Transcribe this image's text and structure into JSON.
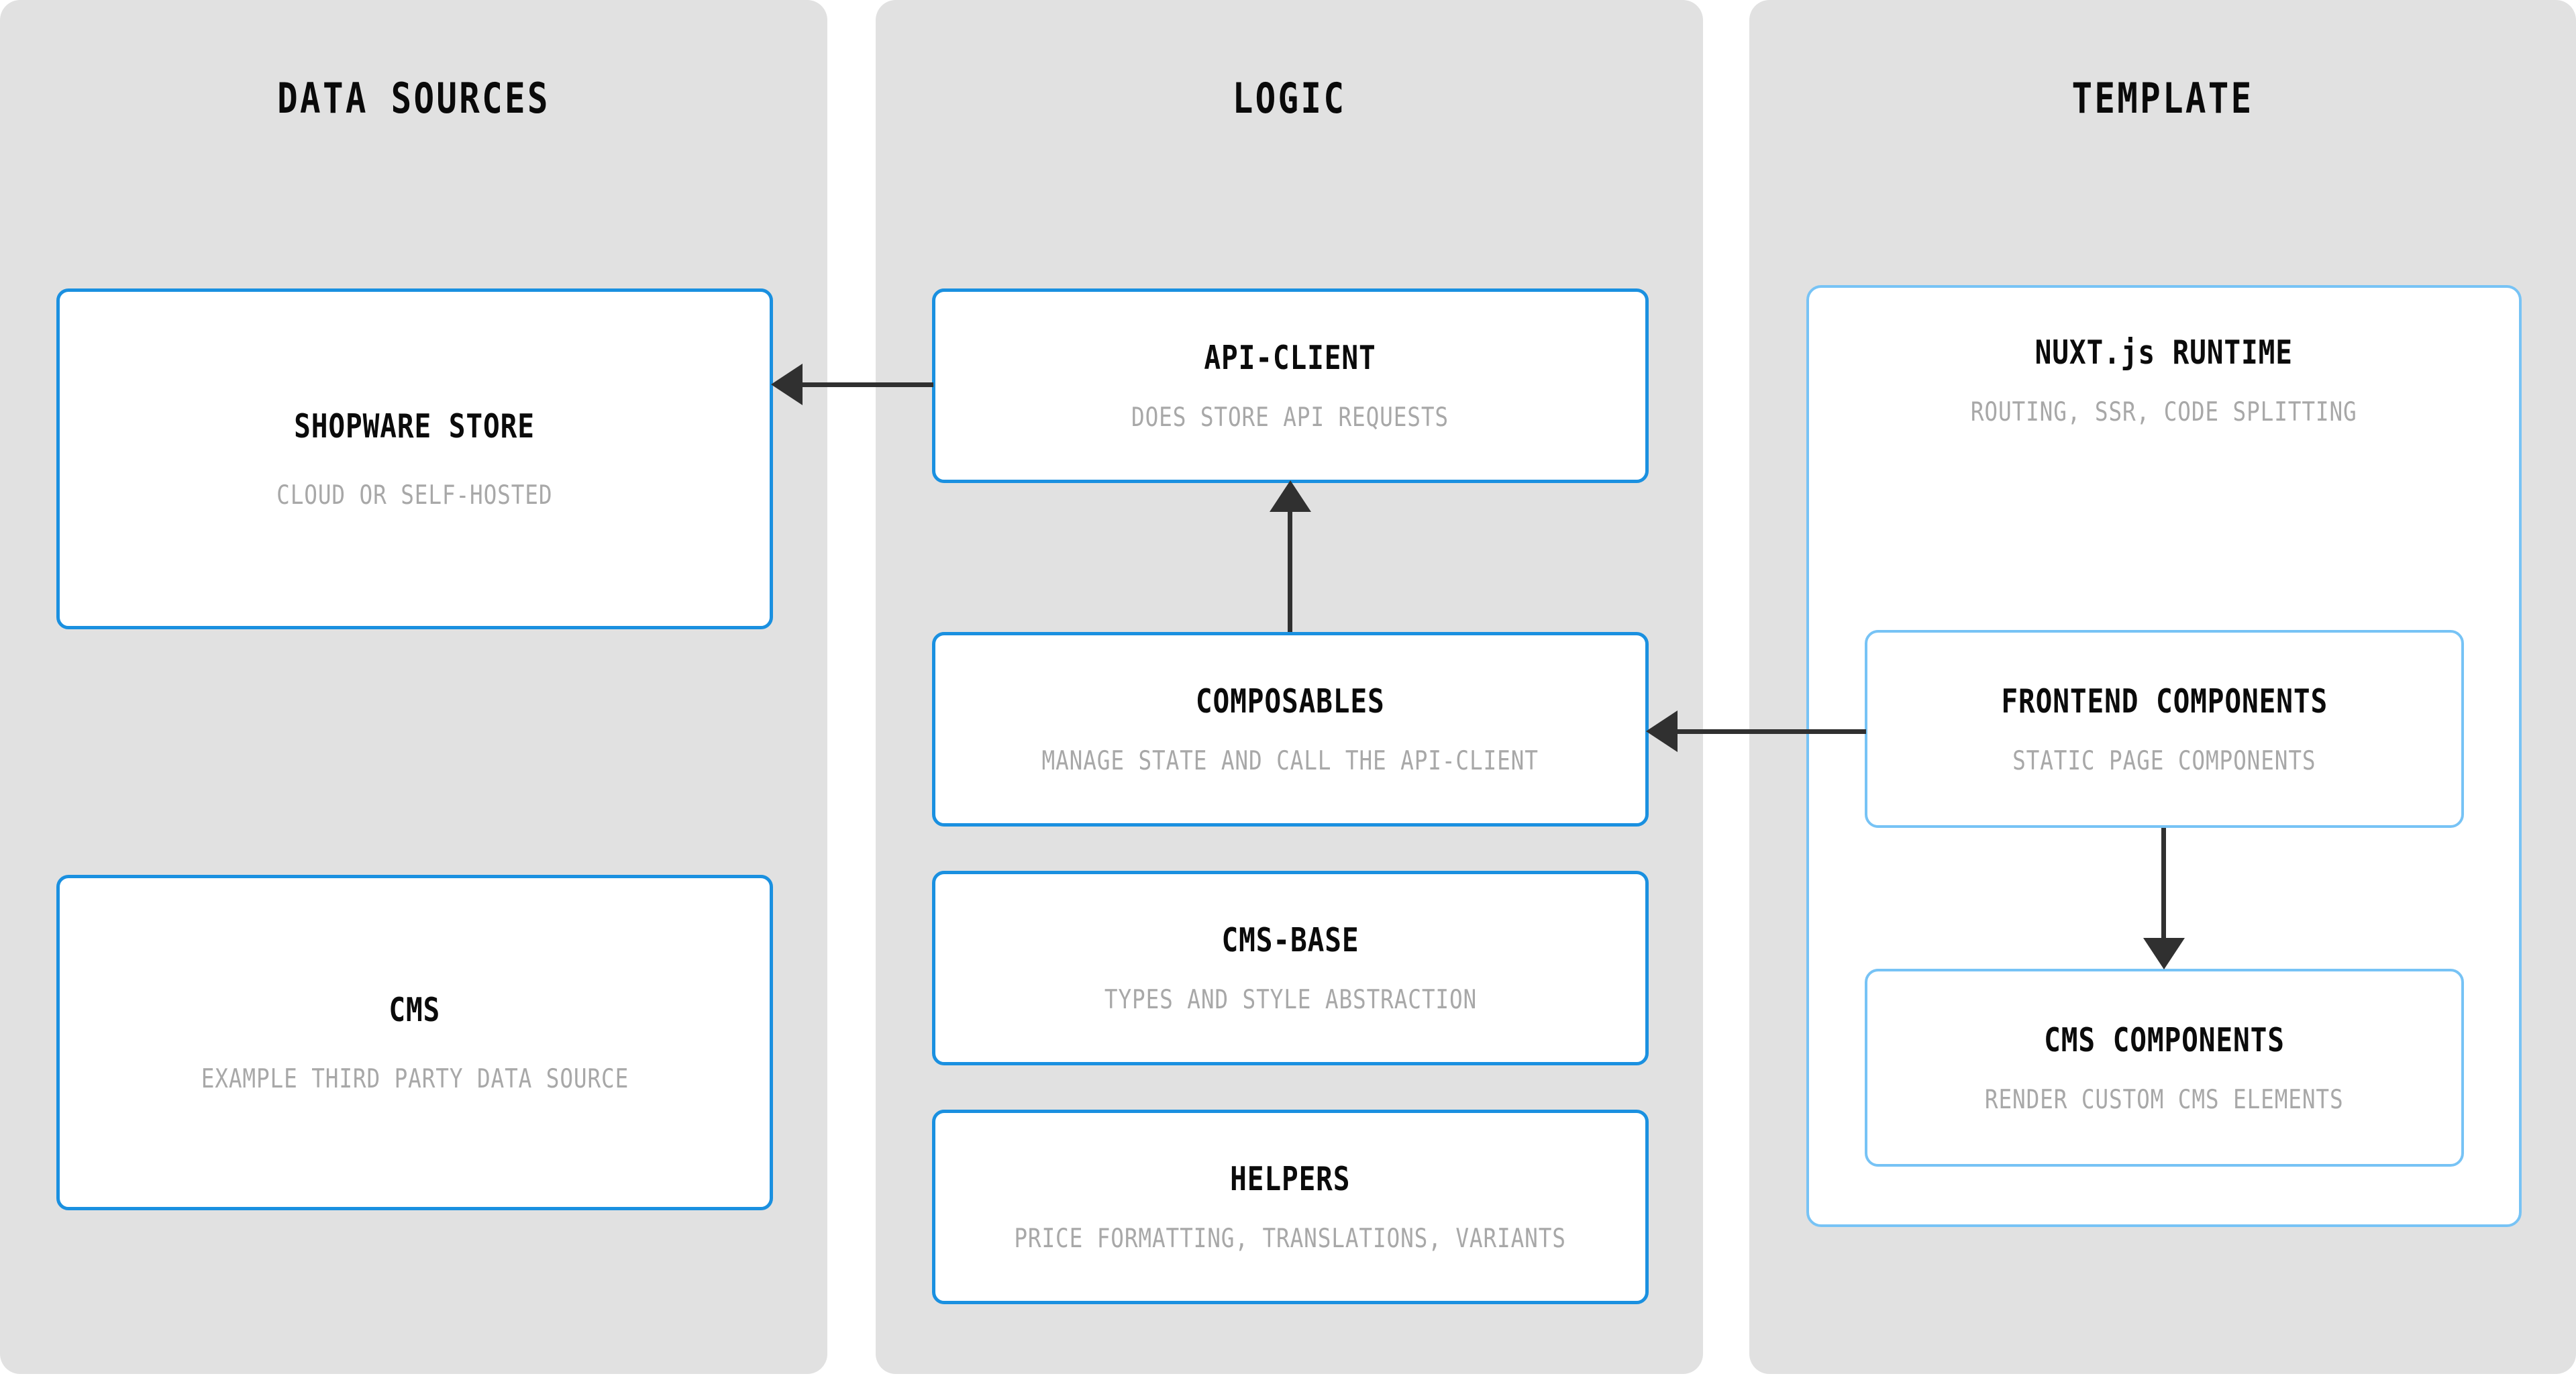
{
  "diagram": {
    "background_color": "#ffffff",
    "panel_color": "#e1e1e1",
    "accent_color": "#1a90e0",
    "accent_light_color": "#77c3f5",
    "arrow_color": "#303030",
    "subtitle_color": "#a8a8a8"
  },
  "columns": [
    {
      "id": "data-sources",
      "title": "DATA SOURCES",
      "nodes": [
        {
          "id": "shopware-store",
          "title": "SHOPWARE STORE",
          "subtitle": "CLOUD OR SELF-HOSTED"
        },
        {
          "id": "cms",
          "title": "CMS",
          "subtitle": "EXAMPLE THIRD PARTY DATA SOURCE"
        }
      ]
    },
    {
      "id": "logic",
      "title": "LOGIC",
      "nodes": [
        {
          "id": "api-client",
          "title": "API-CLIENT",
          "subtitle": "DOES STORE API REQUESTS"
        },
        {
          "id": "composables",
          "title": "COMPOSABLES",
          "subtitle": "MANAGE STATE AND CALL THE API-CLIENT"
        },
        {
          "id": "cms-base",
          "title": "CMS-BASE",
          "subtitle": "TYPES AND STYLE ABSTRACTION"
        },
        {
          "id": "helpers",
          "title": "HELPERS",
          "subtitle": "PRICE FORMATTING, TRANSLATIONS, VARIANTS"
        }
      ]
    },
    {
      "id": "template",
      "title": "TEMPLATE",
      "nodes": [
        {
          "id": "nuxt-runtime",
          "title": "NUXT.js RUNTIME",
          "subtitle": "ROUTING, SSR, CODE SPLITTING"
        },
        {
          "id": "frontend-components",
          "title": "FRONTEND COMPONENTS",
          "subtitle": "STATIC PAGE COMPONENTS"
        },
        {
          "id": "cms-components",
          "title": "CMS COMPONENTS",
          "subtitle": "RENDER CUSTOM CMS ELEMENTS"
        }
      ]
    }
  ],
  "connections": [
    {
      "id": "api-client-to-shopware-store",
      "from": "api-client",
      "to": "shopware-store",
      "direction": "left"
    },
    {
      "id": "composables-to-api-client",
      "from": "composables",
      "to": "api-client",
      "direction": "up"
    },
    {
      "id": "frontend-components-to-composables",
      "from": "frontend-components",
      "to": "composables",
      "direction": "left"
    },
    {
      "id": "frontend-components-to-cms-components",
      "from": "frontend-components",
      "to": "cms-components",
      "direction": "down"
    }
  ]
}
